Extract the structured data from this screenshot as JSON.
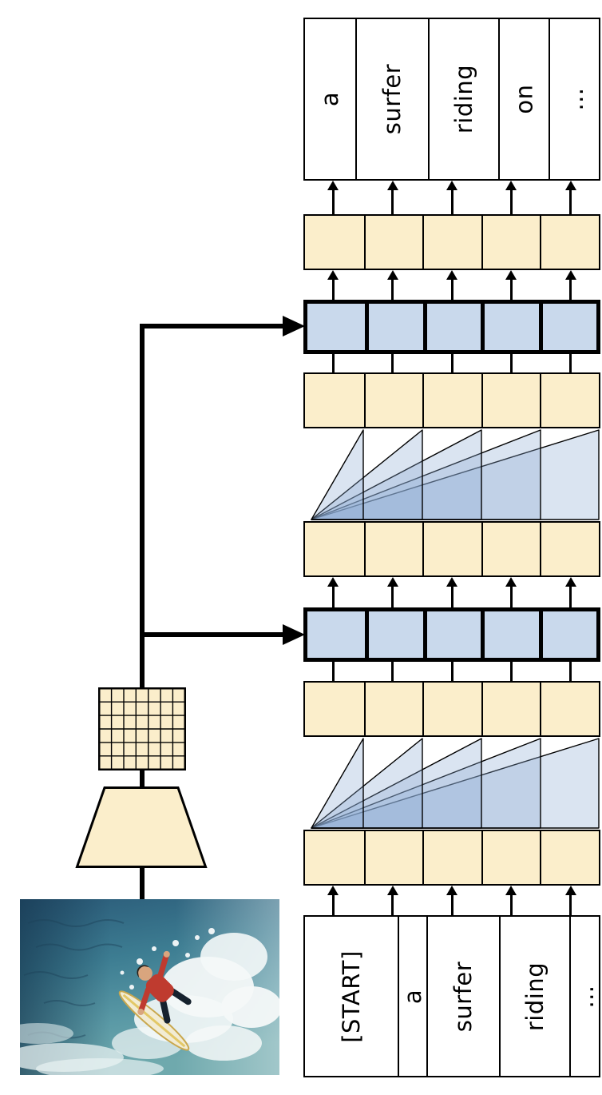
{
  "figure": {
    "output_tokens": [
      "a",
      "surfer",
      "riding",
      "on",
      "…"
    ],
    "input_tokens": [
      "[START]",
      "a",
      "surfer",
      "riding",
      "…"
    ],
    "colors": {
      "cream": "#FBEECB",
      "light_blue": "#C9D9EC",
      "fan_blue": "#8BABD2",
      "line_black": "#000000",
      "box_white": "#FFFFFF"
    }
  }
}
